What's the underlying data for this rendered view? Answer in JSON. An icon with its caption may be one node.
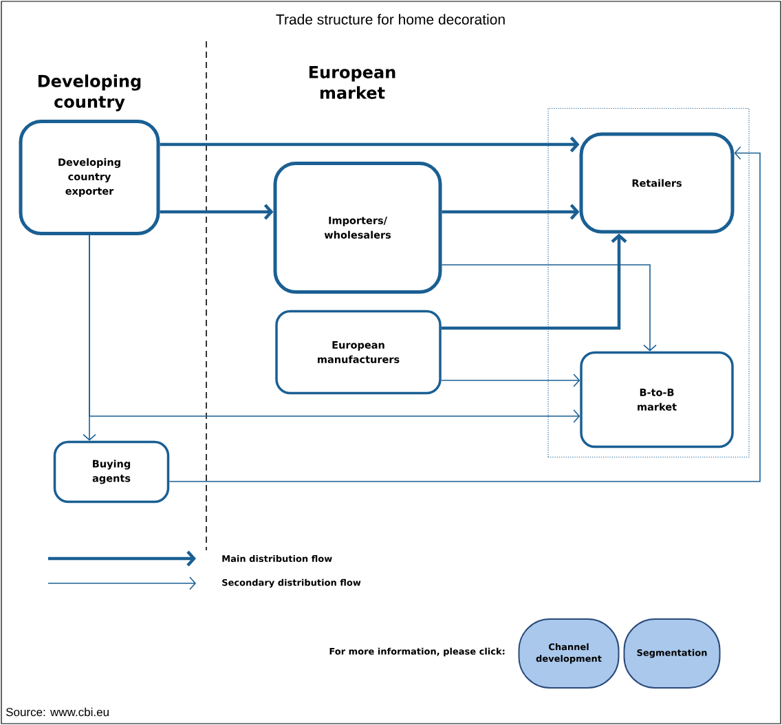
{
  "diagram": {
    "title": "Trade structure for home decoration",
    "nodes": [
      {
        "text": [
          "Developing country exporter"
        ]
      },
      {
        "text": [
          "Importers/ wholesalers"
        ]
      },
      {
        "text": [
          "European manufacturers"
        ]
      },
      {
        "text": [],
        "shape": "box"
      },
      {
        "text": [
          "Retailers"
        ],
        "in": 3
      },
      {
        "text": [
          "B-to-B market"
        ],
        "in": 3
      },
      {
        "text": [
          "Buying agents"
        ]
      },
      {
        "text": [
          "Channel development"
        ]
      },
      {
        "text": [
          "Segmentation"
        ]
      }
    ],
    "edges": [
      {
        "from": 0,
        "to": 4,
        "arrow": "to",
        "style": "thick"
      },
      {
        "from": 0,
        "to": 1,
        "arrow": "to",
        "style": "thick"
      },
      {
        "from": 1,
        "to": 4,
        "arrow": "to",
        "style": "thick"
      },
      {
        "from": 2,
        "to": 4,
        "arrow": "to",
        "style": "thick"
      },
      {
        "from": 1,
        "to": 5,
        "arrow": "to"
      },
      {
        "from": 2,
        "to": 5,
        "arrow": "to"
      },
      {
        "from": 0,
        "to": 6,
        "arrow": "to"
      },
      {
        "from": 0,
        "to": 5,
        "arrow": "to"
      },
      {
        "from": 6,
        "to": 4,
        "arrow": "to"
      }
    ],
    "labels": [
      "Developing country",
      "European market",
      "For more information, please click:",
      "Source: www.cbi.eu"
    ],
    "legend": [
      {
        "text": "Main distribution flow"
      },
      {
        "text": "Secondary distribution flow"
      }
    ]
  }
}
